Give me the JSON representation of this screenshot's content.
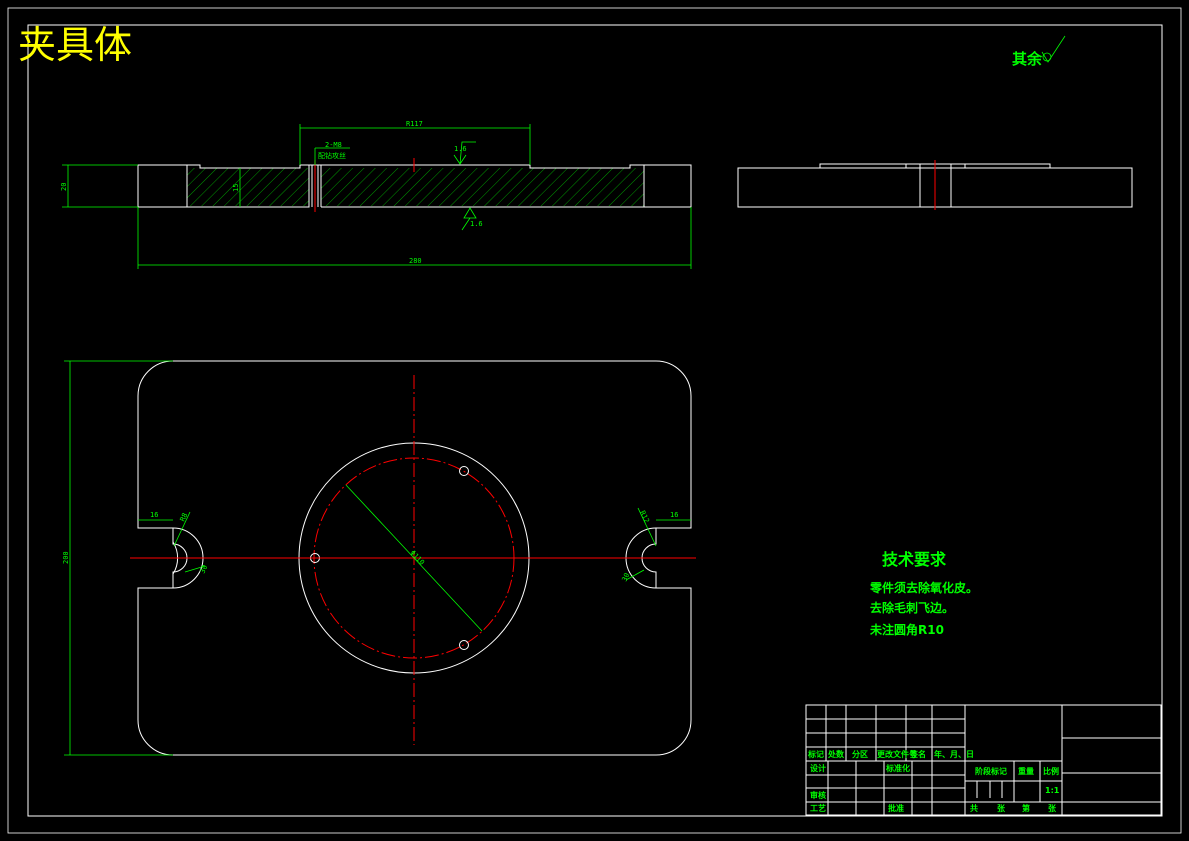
{
  "title": "夹具体",
  "roughness_note": "其余",
  "dimensions": {
    "top_span": "R117",
    "thread": "2-M8",
    "thread_note": "配钻攻丝",
    "roughness_top": "1.6",
    "roughness_bottom": "1.6",
    "height_left": "20",
    "inner_height": "15",
    "width_total": "280",
    "plan_height": "200",
    "slot_left_width": "16",
    "slot_right_width": "16",
    "slot_left_radius": "R8",
    "slot_left_depth": "30",
    "slot_right_radius": "R12",
    "slot_right_depth": "30",
    "circle_dia": "Φ110"
  },
  "tech_requirements": {
    "heading": "技术要求",
    "items": [
      "零件须去除氧化皮。",
      "去除毛刺飞边。",
      "未注圆角R10"
    ]
  },
  "title_block": {
    "header": [
      "标记",
      "处数",
      "分区",
      "更改文件号",
      "签名",
      "年、月、日"
    ],
    "design": "设计",
    "standardize": "标准化",
    "review": "审核",
    "process": "工艺",
    "approve": "批准",
    "stage_mark": "阶段标记",
    "weight": "重量",
    "scale_label": "比例",
    "scale_value": "1:1",
    "sheets_total_1": "共",
    "sheets_total_2": "张",
    "sheet_no_1": "第",
    "sheet_no_2": "张"
  },
  "colors": {
    "background": "#000000",
    "outline": "#ffffff",
    "dimension": "#00ff00",
    "centerline": "#ff0000",
    "title": "#ffff00"
  }
}
